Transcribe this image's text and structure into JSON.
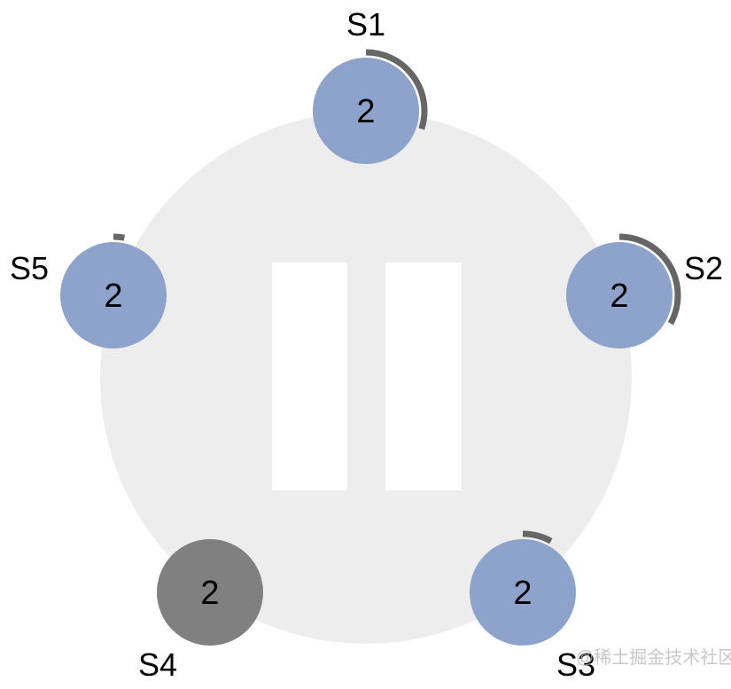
{
  "nodes": [
    {
      "id": "S1",
      "term": "2",
      "state": "follower",
      "timeout_progress": 0.3
    },
    {
      "id": "S2",
      "term": "2",
      "state": "follower",
      "timeout_progress": 0.33
    },
    {
      "id": "S3",
      "term": "2",
      "state": "follower",
      "timeout_progress": 0.08
    },
    {
      "id": "S4",
      "term": "2",
      "state": "stopped",
      "timeout_progress": 0
    },
    {
      "id": "S5",
      "term": "2",
      "state": "follower",
      "timeout_progress": 0.03
    }
  ],
  "simulation_state": "paused",
  "colors": {
    "ring": "#ededed",
    "follower": "#8ea3cc",
    "stopped": "#808080",
    "timer_arc": "#666666",
    "pause": "#ffffff"
  },
  "watermark": "@稀土掘金技术社区 Q的博客"
}
